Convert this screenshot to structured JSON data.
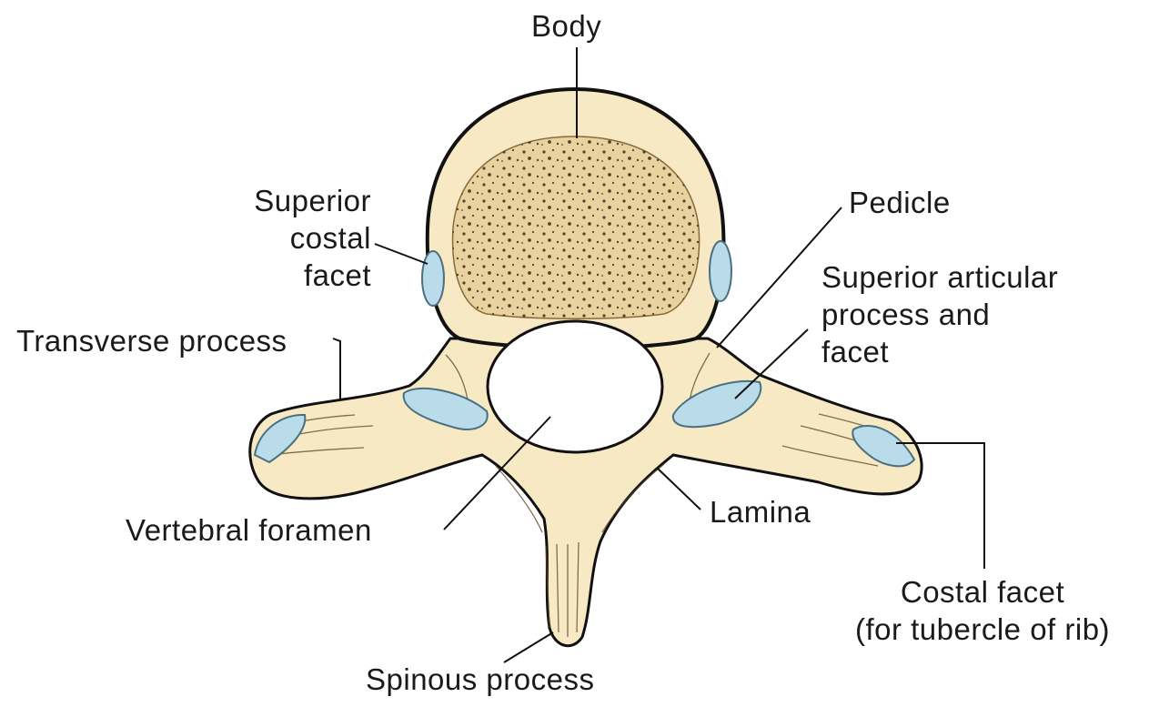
{
  "labels": {
    "body": "Body",
    "superior_costal_facet": [
      "Superior",
      "costal",
      "facet"
    ],
    "pedicle": "Pedicle",
    "superior_articular_process": [
      "Superior articular",
      "process and",
      "facet"
    ],
    "transverse_process": "Transverse process",
    "vertebral_foramen": "Vertebral foramen",
    "lamina": "Lamina",
    "costal_facet": [
      "Costal facet",
      "(for tubercle of rib)"
    ],
    "spinous_process": "Spinous process"
  },
  "colors": {
    "bone": "#f6e9c4",
    "bone_shade": "#e8d29f",
    "cartilage": "#b9dbea",
    "outline": "#111111"
  }
}
